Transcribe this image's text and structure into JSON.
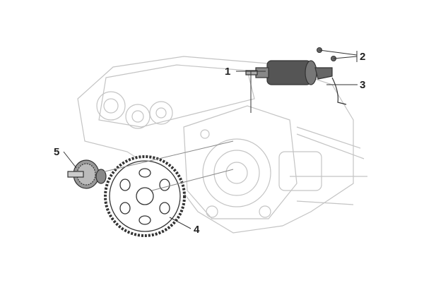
{
  "diagram": {
    "callouts": [
      {
        "id": "1",
        "part": "starter-motor"
      },
      {
        "id": "2",
        "part": "screws"
      },
      {
        "id": "3",
        "part": "wire-lead"
      },
      {
        "id": "4",
        "part": "starter-driven-gear"
      },
      {
        "id": "5",
        "part": "intermediate-gear"
      }
    ]
  }
}
